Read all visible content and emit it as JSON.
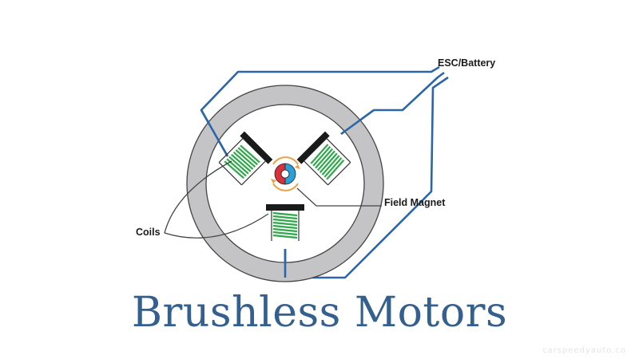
{
  "diagram": {
    "labels": {
      "esc_battery": "ESC/Battery",
      "field_magnet": "Field Magnet",
      "coils": "Coils"
    },
    "colors": {
      "wire": "#2a66a8",
      "coil": "#2fa84a",
      "stator_ring": "#c4c4c6",
      "pole_shoe": "#1a1a1a",
      "magnet_north": "#d9303a",
      "magnet_south": "#2a9fd8",
      "rotation_arrows": "#e8a24a"
    }
  },
  "title": "Brushless Motors",
  "watermark": "carspeedyauto.co"
}
